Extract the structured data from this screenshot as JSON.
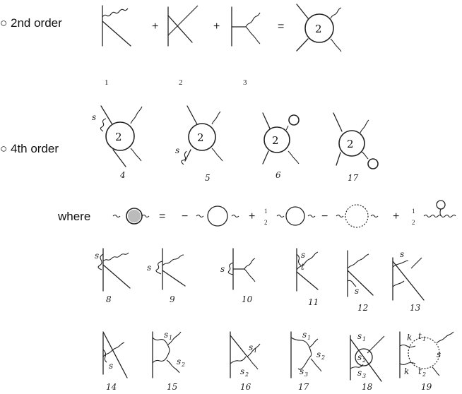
{
  "rows": {
    "second_order": {
      "label": "○ 2nd order",
      "equals": "=",
      "plus": "+",
      "blob_label": "2"
    },
    "fourth_order": {
      "label": "○ 4th order",
      "blob_label": "2"
    },
    "where": {
      "label": "where",
      "equals": "=",
      "minus": "−",
      "plus": "+",
      "half_num": "1",
      "half_den": "2"
    }
  },
  "diagram_numbers": [
    "1",
    "2",
    "3",
    "4",
    "5",
    "6",
    "17",
    "8",
    "9",
    "10",
    "11",
    "12",
    "13",
    "14",
    "15",
    "16",
    "17",
    "18",
    "19"
  ],
  "vertex_labels": {
    "s": "s",
    "s1": "s",
    "s2": "s",
    "s3": "s",
    "t": "t",
    "t1": "t",
    "t2": "t",
    "k": "k",
    "sub1": "1",
    "sub2": "2",
    "sub3": "3"
  }
}
